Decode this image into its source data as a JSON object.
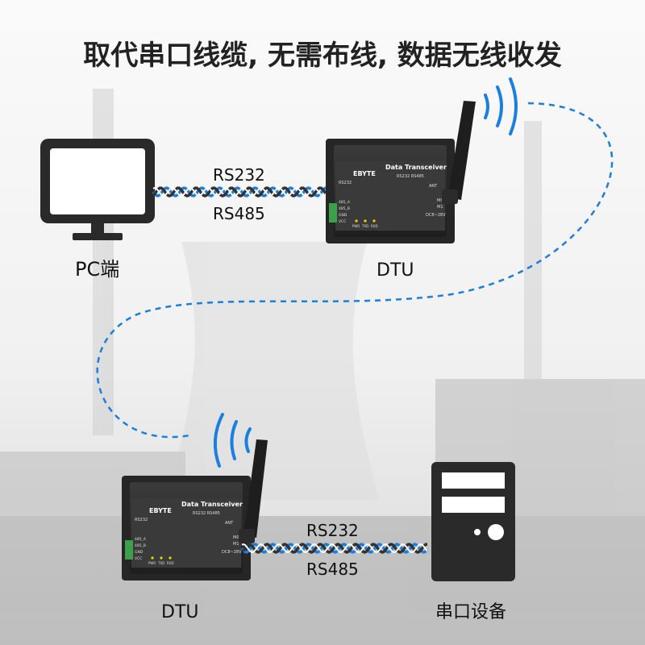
{
  "headline": "取代串口线缆, 无需布线, 数据无线收发",
  "pc": {
    "label": "PC端"
  },
  "dtu_top": {
    "label": "DTU",
    "brand": "EBYTE",
    "title": "Data Transceiver",
    "subtitle": "RS232 RS485",
    "port_rs232": "RS232",
    "pins": [
      "485_A",
      "485_B",
      "GND",
      "VCC"
    ],
    "leds": [
      "PWR",
      "TXD",
      "RXD"
    ],
    "ant": "ANT",
    "modes": [
      "M0",
      "M1"
    ],
    "power": "DC8~28V"
  },
  "dtu_bottom": {
    "label": "DTU",
    "brand": "EBYTE",
    "title": "Data Transceiver",
    "subtitle": "RS232 RS485",
    "port_rs232": "RS232",
    "pins": [
      "485_A",
      "485_B",
      "GND",
      "VCC"
    ],
    "leds": [
      "PWR",
      "TXD",
      "RXD"
    ],
    "ant": "ANT",
    "modes": [
      "M0",
      "M1"
    ],
    "power": "DC8~28V"
  },
  "cable_top": {
    "label_top": "RS232",
    "label_bottom": "RS485"
  },
  "cable_bottom": {
    "label_top": "RS232",
    "label_bottom": "RS485"
  },
  "serial_device": {
    "label": "串口设备"
  },
  "colors": {
    "wireless": "#1a7fe0",
    "device_dark": "#2f2f2f",
    "cable_blue": "#1a7fe0",
    "cable_dark": "#333333"
  }
}
